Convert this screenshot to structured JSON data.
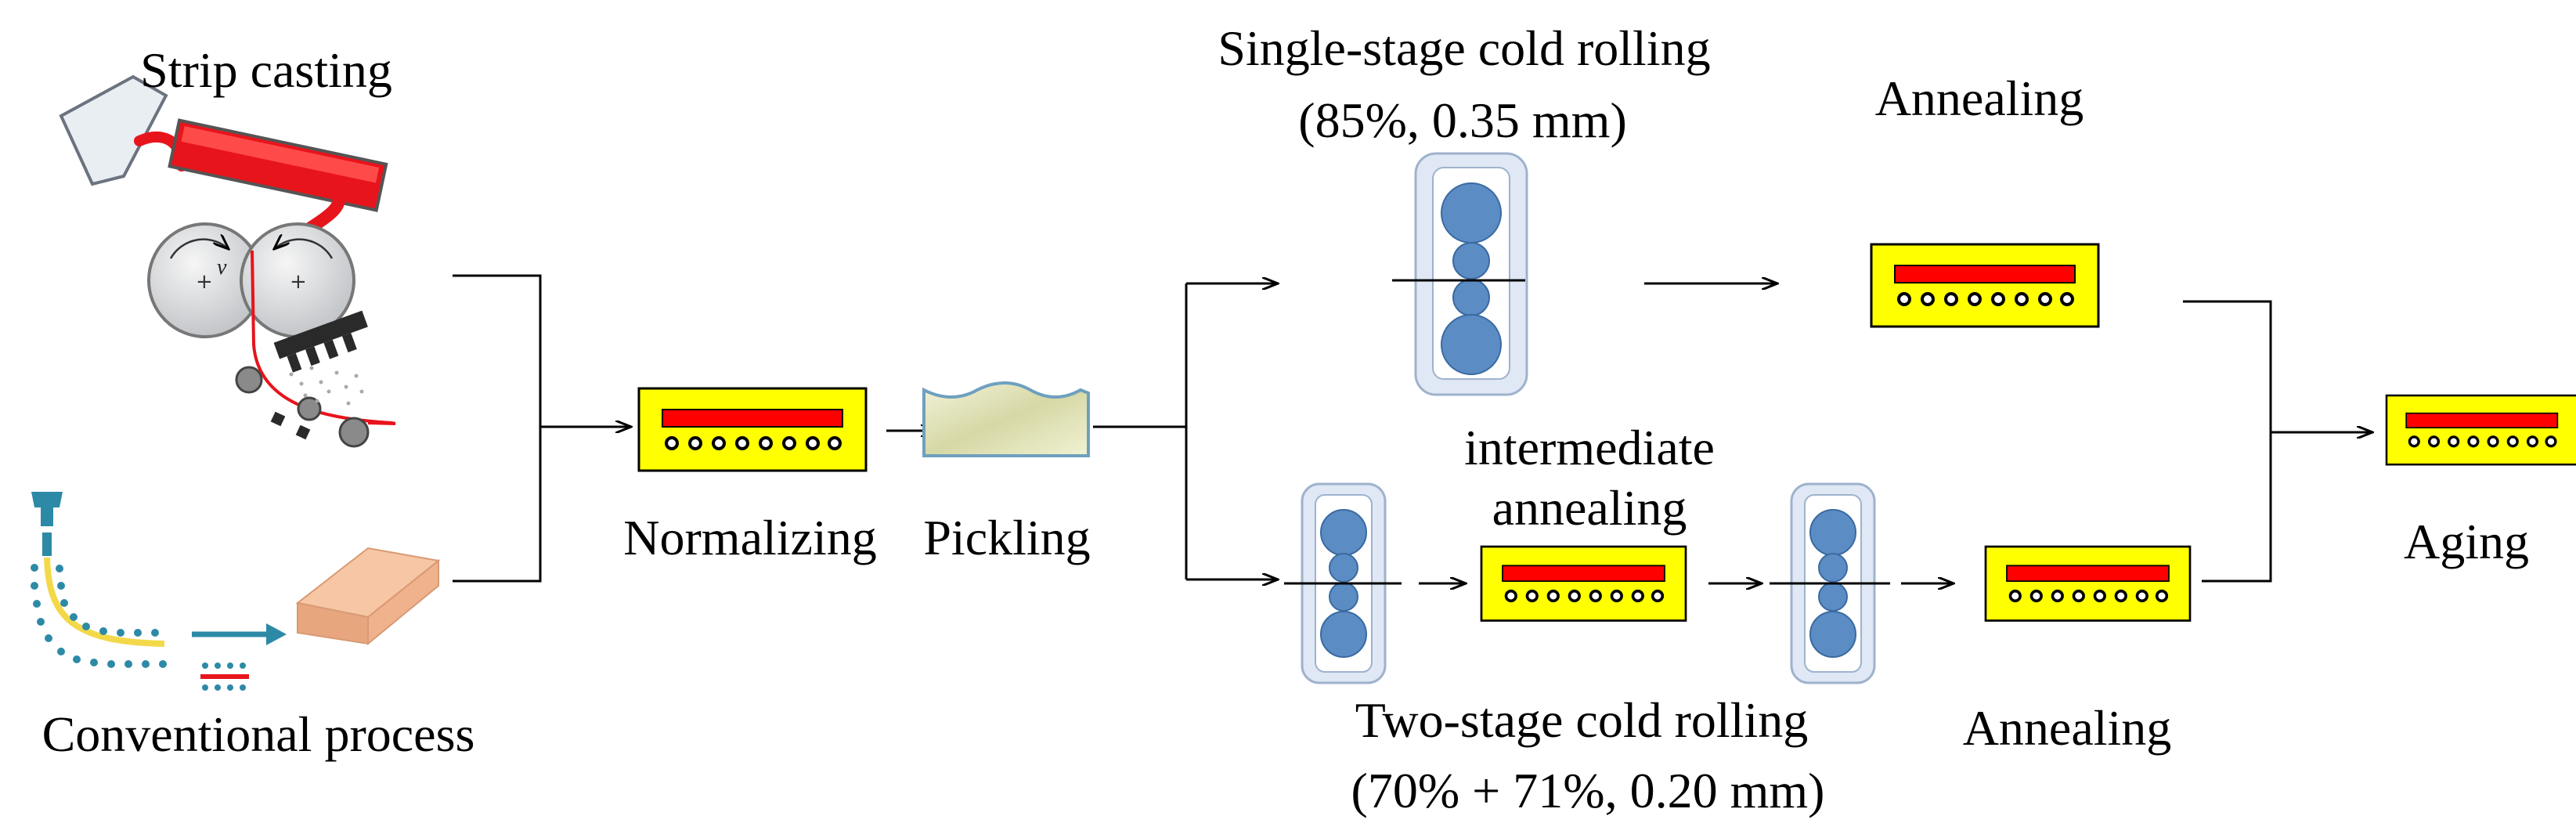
{
  "strip_casting": {
    "title": "Strip casting",
    "v_label": "v"
  },
  "conventional": {
    "title": "Conventional process"
  },
  "normalizing": {
    "label": "Normalizing"
  },
  "pickling": {
    "label": "Pickling"
  },
  "single_stage": {
    "title": "Single-stage cold rolling",
    "params": "(85%, 0.35 mm)",
    "annealing": "Annealing"
  },
  "two_stage": {
    "title": "Two-stage cold rolling",
    "params": "(70% + 71%, 0.20 mm)",
    "intermediate_line1": "intermediate",
    "intermediate_line2": "annealing",
    "annealing": "Annealing"
  },
  "aging": {
    "label": "Aging"
  },
  "colors": {
    "furnace_body": "#ffff00",
    "heater": "#ff0000",
    "melt": "#e8141c",
    "roll_blue": "#5b8cc4",
    "rack_fill": "#dfe8f4",
    "rack_stroke": "#9fb2cc",
    "slab": "#f6b994",
    "nozzle": "#2d8aa6"
  }
}
